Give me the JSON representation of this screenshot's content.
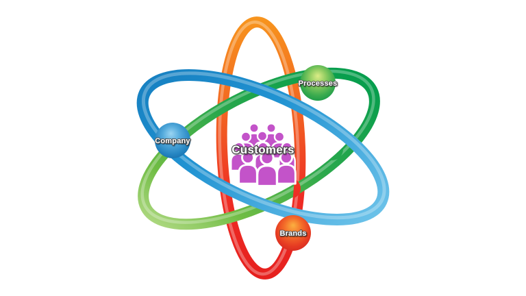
{
  "diagram": {
    "type": "atom-orbit-diagram",
    "background": "#ffffff",
    "center": {
      "label": "Customers",
      "icon": "people-group-icon",
      "color": "#c353c9"
    },
    "nodes": [
      {
        "id": "processes",
        "label": "Processes",
        "color": "#1f9e4b",
        "position": "top-right"
      },
      {
        "id": "company",
        "label": "Company",
        "color": "#2484c1",
        "position": "left"
      },
      {
        "id": "brands",
        "label": "Brands",
        "color": "#e63b22",
        "position": "bottom"
      }
    ],
    "orbits": [
      {
        "id": "red-orbit",
        "orientation": "vertical",
        "color_start": "#f7941e",
        "color_end": "#e6201e"
      },
      {
        "id": "green-orbit",
        "orientation": "diagonal-up-to-right",
        "color_start": "#009c4d",
        "color_end": "#c0e092"
      },
      {
        "id": "blue-orbit",
        "orientation": "diagonal-down-to-right",
        "color_start": "#167fc0",
        "color_end": "#6fc4ea"
      }
    ]
  }
}
